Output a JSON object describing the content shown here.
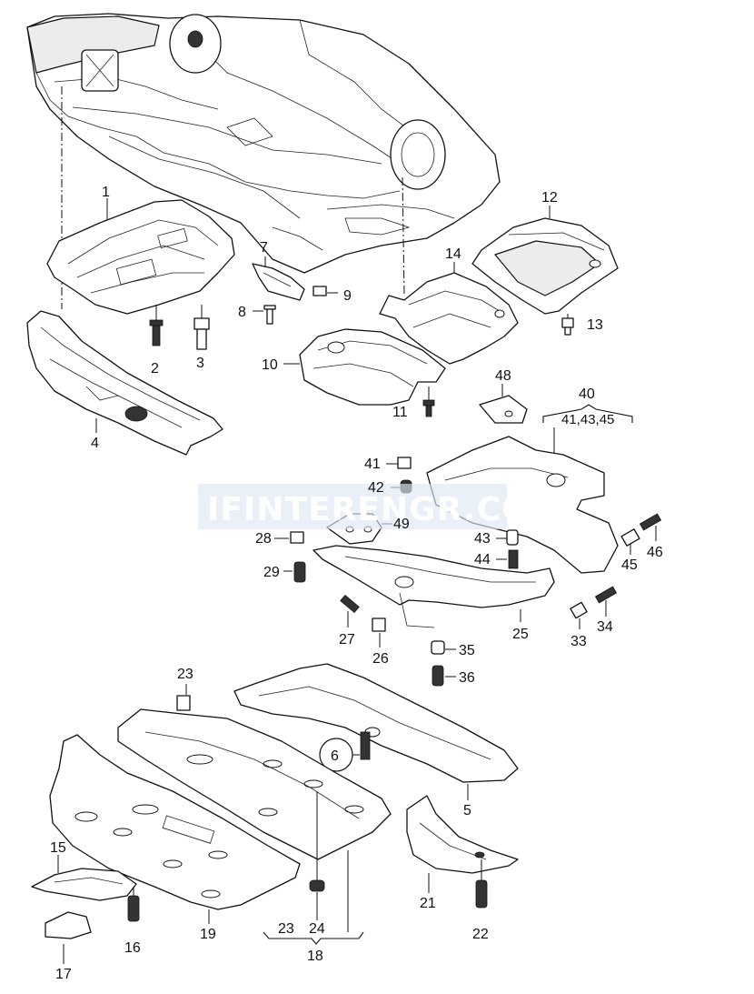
{
  "watermark": "IFINTERENGR.COM",
  "callouts": {
    "p1": "1",
    "p2": "2",
    "p3": "3",
    "p4": "4",
    "p5": "5",
    "p6": "6",
    "p7": "7",
    "p8": "8",
    "p9": "9",
    "p10": "10",
    "p11": "11",
    "p12": "12",
    "p13": "13",
    "p14": "14",
    "p15": "15",
    "p16": "16",
    "p17": "17",
    "p18": "18",
    "p19": "19",
    "p21": "21",
    "p22": "22",
    "p23a": "23",
    "p23b": "23",
    "p24": "24",
    "p25": "25",
    "p26": "26",
    "p27": "27",
    "p28": "28",
    "p29": "29",
    "p33": "33",
    "p34": "34",
    "p35": "35",
    "p36": "36",
    "p40": "40",
    "p40sub": "41,43,45",
    "p41": "41",
    "p42": "42",
    "p43": "43",
    "p44": "44",
    "p45": "45",
    "p46": "46",
    "p48": "48",
    "p49": "49"
  }
}
